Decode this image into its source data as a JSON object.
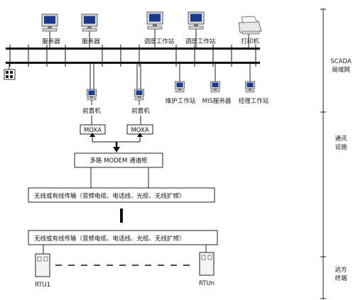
{
  "top_row": {
    "server_1": "服务器",
    "server_2": "服务器",
    "dispatch_ws_1": "调度工作站",
    "dispatch_ws_2": "调度工作站",
    "printer": "打印机"
  },
  "second_row": {
    "maintenance_ws": "维护工作站",
    "mis_server": "MIS服务器",
    "manager_ws": "经理工作站"
  },
  "front_end": {
    "fep_1": "前置机",
    "fep_2": "前置机",
    "moxa_1": "MOXA",
    "moxa_2": "MOXA"
  },
  "modem_cabinet": "多路 MODEM 通道柜",
  "transmission_1": "无线或有线传输（音频电缆、电话线、光缆、无线扩频）",
  "transmission_2": "无线或有线传输（音频电缆、电话线、光缆、无线扩频）",
  "rtu": {
    "first": "RTU1",
    "last": "RTUn"
  },
  "layers": {
    "lan_line1": "SCADA",
    "lan_line2": "局域网",
    "comm_line1": "通讯",
    "comm_line2": "设施",
    "remote_line1": "远方",
    "remote_line2": "终端"
  }
}
